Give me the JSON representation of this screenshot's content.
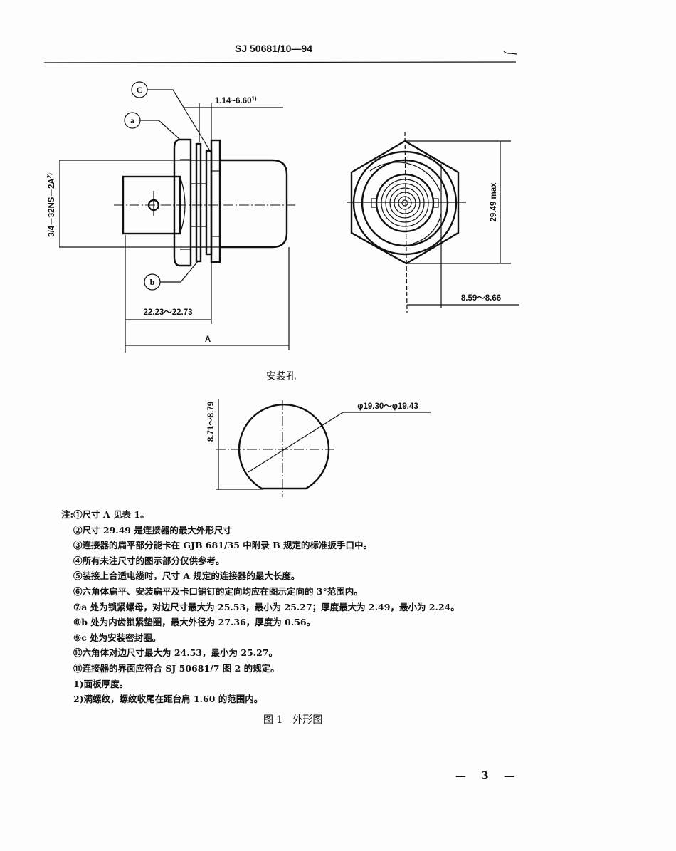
{
  "header": {
    "doc_number": "SJ 50681/10—94"
  },
  "figure": {
    "side_view": {
      "callouts": [
        "C",
        "a",
        "b"
      ],
      "dim_panel_thickness": "1.14~6.60",
      "dim_panel_thickness_note": "1)",
      "dim_thread": "3/4－32NS－2A",
      "dim_thread_note": "2)",
      "dim_length_to_flange": "22.23～22.73",
      "dim_overall": "A"
    },
    "front_view": {
      "dim_max": "29.49 max",
      "dim_offset": "8.59～8.66"
    },
    "mounting_hole": {
      "title": "安装孔",
      "dim_diameter": "φ19.30～φ19.43",
      "dim_flat": "8.71～8.79"
    },
    "caption": "图 1　外形图"
  },
  "notes": {
    "prefix": "注:",
    "items": [
      "①尺寸 A 见表 1。",
      "②尺寸 29.49 是连接器的最大外形尺寸",
      "③连接器的扁平部分能卡在 GJB 681/35 中附录 B 规定的标准扳手口中。",
      "④所有未注尺寸的图示部分仅供参考。",
      "⑤装接上合适电缆时，尺寸 A 规定的连接器的最大长度。",
      "⑥六角体扁平、安装扁平及卡口销钉的定向均应在图示定向的 3°范围内。",
      "⑦a 处为锁紧螺母，对边尺寸最大为 25.53，最小为 25.27；厚度最大为 2.49，最小为 2.24。",
      "⑧b 处为内齿锁紧垫圈，最大外径为 27.36，厚度为 0.56。",
      "⑨c 处为安装密封圈。",
      "⑩六角体对边尺寸最大为 24.53，最小为 25.27。",
      "⑪连接器的界面应符合 SJ 50681/7 图 2 的规定。",
      "1)面板厚度。",
      "2)满螺纹，螺纹收尾在距台肩 1.60 的范围内。"
    ]
  },
  "footer": {
    "page_number": "— 3 —"
  }
}
